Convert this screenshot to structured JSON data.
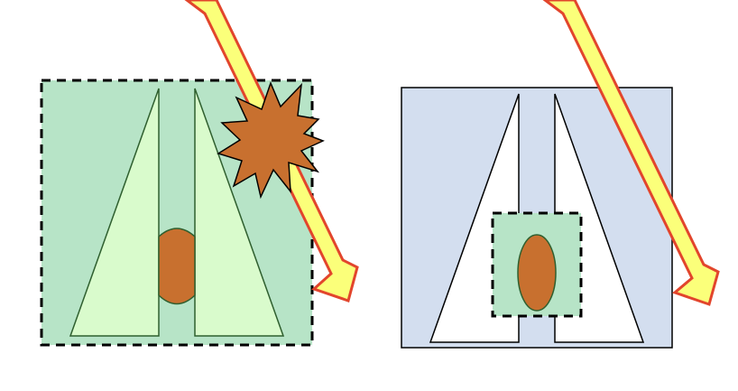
{
  "colors": {
    "left_panel_fill": "#b7e4c7",
    "right_panel_fill": "#d3deef",
    "left_triangle_fill": "#d9fbcc",
    "right_triangle_fill": "#ffffff",
    "core_fill": "#c8702f",
    "shielded_zone_fill": "#b7e4c7",
    "arrow_fill": "#fbff7a",
    "arrow_stroke": "#e2452c",
    "burst_fill": "#c8702f",
    "outline": "#000000",
    "triangle_stroke_left": "#2f5f2f"
  },
  "panels": [
    {
      "id": "left",
      "border_style": "dashed",
      "impact_burst": true
    },
    {
      "id": "right",
      "border_style": "solid",
      "shielded_zone_border": "dashed",
      "impact_burst": false
    }
  ],
  "icons": {
    "ray_arrow": "arrow-down-right-icon",
    "impact": "starburst-icon",
    "core": "core-icon"
  }
}
